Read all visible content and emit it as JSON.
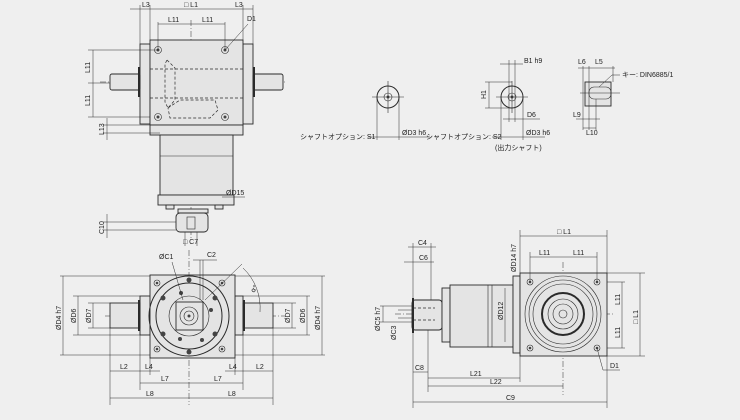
{
  "top_view": {
    "L1": "□ L1",
    "L3_left": "L3",
    "L3_right": "L3",
    "L11_left": "L11",
    "L11_right": "L11",
    "D1": "D1",
    "L11_v_top": "L11",
    "L11_v_bottom": "L11",
    "L13": "L13",
    "D15": "ØD15",
    "C10": "C10",
    "C7": "□ C7"
  },
  "shaft_options": {
    "s1_label": "シャフトオプション:  S1",
    "s1_d3": "ØD3 h6",
    "s2_label": "シャフトオプション:  S2",
    "s2_d3": "ØD3 h6",
    "s2_b1": "B1 h9",
    "s2_h1": "H1",
    "s2_d6": "D6",
    "s2_caption": "(出力シャフト)",
    "key_L6": "L6",
    "key_L5": "L5",
    "key_L9": "L9",
    "key_L10": "L10",
    "key_note": "キー: DIN6885/1"
  },
  "front_view": {
    "C1": "ØC1",
    "C2": "C2",
    "angle": "α°",
    "D4_left": "ØD4 h7",
    "D6_left": "ØD6",
    "D7_left": "ØD7",
    "D7_right": "ØD7",
    "D6_right": "ØD6",
    "D4_right": "ØD4 h7",
    "L2_left": "L2",
    "L4_left": "L4",
    "L4_right": "L4",
    "L2_right": "L2",
    "L7_left": "L7",
    "L7_right": "L7",
    "L8_left": "L8",
    "L8_right": "L8"
  },
  "side_view": {
    "L1_top": "□ L1",
    "L11_left": "L11",
    "L11_right": "L11",
    "L11_v_top": "L11",
    "L11_v_bottom": "L11",
    "L1_right": "□ L1",
    "D1": "D1",
    "C4": "C4",
    "C6": "C6",
    "D14": "ØD14 h7",
    "D12": "ØD12",
    "C5": "ØC5 h7",
    "C3": "ØC3",
    "C8": "C8",
    "L21": "L21",
    "L22": "L22",
    "C9": "C9"
  }
}
